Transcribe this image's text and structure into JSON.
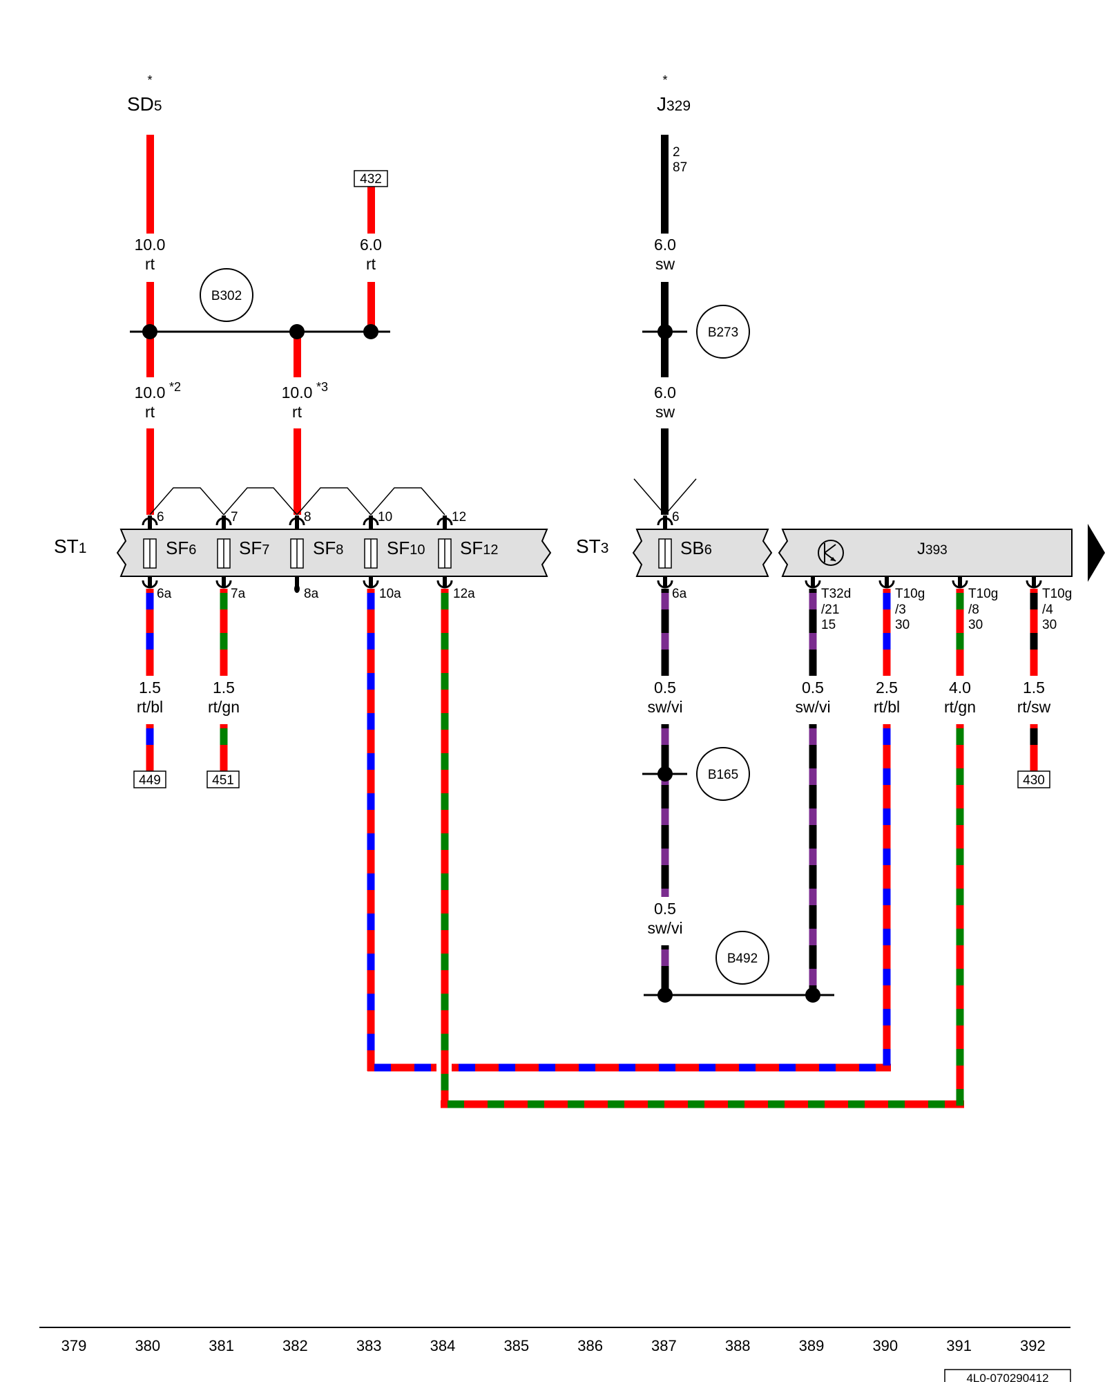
{
  "top_labels": {
    "sd5": {
      "main": "SD",
      "sub": "5",
      "star": "*"
    },
    "j329": {
      "main": "J",
      "sub": "329",
      "star": "*",
      "pins": [
        "2",
        "87"
      ]
    },
    "ref432": "432"
  },
  "wire_specs": {
    "w380a": {
      "size": "10.0",
      "color": "rt"
    },
    "w383a": {
      "size": "6.0",
      "color": "rt"
    },
    "w387a": {
      "size": "6.0",
      "color": "sw"
    },
    "w380b": {
      "size": "10.0",
      "note": "*2",
      "color": "rt"
    },
    "w382b": {
      "size": "10.0",
      "note": "*3",
      "color": "rt"
    },
    "w387b": {
      "size": "6.0",
      "color": "sw"
    },
    "w380c": {
      "size": "1.5",
      "color": "rt/bl"
    },
    "w381c": {
      "size": "1.5",
      "color": "rt/gn"
    },
    "w387c": {
      "size": "0.5",
      "color": "sw/vi"
    },
    "w389c": {
      "size": "0.5",
      "color": "sw/vi"
    },
    "w390c": {
      "size": "2.5",
      "color": "rt/bl"
    },
    "w391c": {
      "size": "4.0",
      "color": "rt/gn"
    },
    "w392c": {
      "size": "1.5",
      "color": "rt/sw"
    },
    "w387d": {
      "size": "0.5",
      "color": "sw/vi"
    }
  },
  "splices": {
    "b302": "B302",
    "b273": "B273",
    "b165": "B165",
    "b492": "B492"
  },
  "fuse_boxes": {
    "st1": {
      "main": "ST",
      "sub": "1"
    },
    "st3": {
      "main": "ST",
      "sub": "3"
    }
  },
  "fuses": [
    {
      "main": "SF",
      "sub": "6",
      "pin_top": "6",
      "pin_bottom": "6a"
    },
    {
      "main": "SF",
      "sub": "7",
      "pin_top": "7",
      "pin_bottom": "7a"
    },
    {
      "main": "SF",
      "sub": "8",
      "pin_top": "8",
      "pin_bottom": "8a"
    },
    {
      "main": "SF",
      "sub": "10",
      "pin_top": "10",
      "pin_bottom": "10a"
    },
    {
      "main": "SF",
      "sub": "12",
      "pin_top": "12",
      "pin_bottom": "12a"
    }
  ],
  "sb6": {
    "main": "SB",
    "sub": "6",
    "pin_top": "6",
    "pin_bottom": "6a"
  },
  "j393": {
    "main": "J",
    "sub": "393"
  },
  "j393_pins": [
    {
      "conn": "T32d",
      "pos": "/21",
      "term": "15"
    },
    {
      "conn": "T10g",
      "pos": "/3",
      "term": "30"
    },
    {
      "conn": "T10g",
      "pos": "/8",
      "term": "30"
    },
    {
      "conn": "T10g",
      "pos": "/4",
      "term": "30"
    }
  ],
  "refs": {
    "r449": "449",
    "r451": "451",
    "r430": "430"
  },
  "colors": {
    "rt": "#ff0000",
    "sw": "#000000",
    "bl": "#0000ff",
    "gn": "#008000",
    "vi": "#7b2c8f",
    "box": "#e0e0e0"
  },
  "ruler": [
    "379",
    "380",
    "381",
    "382",
    "383",
    "384",
    "385",
    "386",
    "387",
    "388",
    "389",
    "390",
    "391",
    "392"
  ],
  "doc_id": "4L0-070290412"
}
